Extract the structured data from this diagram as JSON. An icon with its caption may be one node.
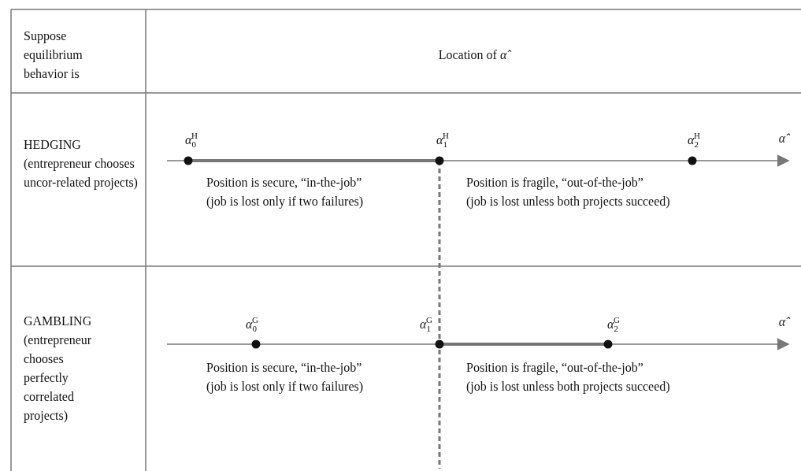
{
  "diagram": {
    "labels": [
      "Suppose equilibrium behavior is",
      "Location of *α̂*",
      "HEDGING (entrepreneur chooses uncor-related projects)",
      "*α*$_{0}$$^{H}$",
      "*α*$_{1}$$^{H}$",
      "*α*$_{2}$$^{H}$",
      "α̂",
      "Position is secure, “in-the-job”",
      "(job is lost only if two failures)",
      "Position is fragile, “out-of-the-job”",
      "(job is lost unless both projects succeed)",
      "GAMBLING (entrepreneur chooses perfectly correlated projects)",
      "*α*$_{0}$$^{G}$",
      "*α*$_{1}$$^{G}$",
      "*α*$_{2}$$^{G}$",
      "α̂",
      "Position is secure, “in-the-job”",
      "(job is lost only if two failures)",
      "Position is fragile, “out-of-the-job”",
      "(job is lost unless both projects succeed)"
    ]
  }
}
